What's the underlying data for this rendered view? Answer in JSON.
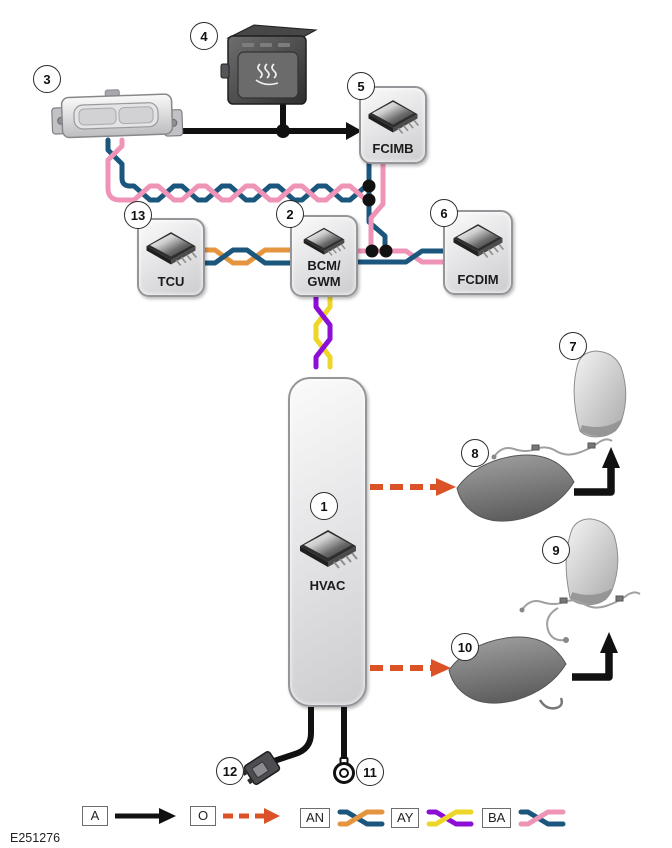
{
  "figure": {
    "id": "E251276"
  },
  "modules": {
    "hvac": {
      "label": "HVAC"
    },
    "bcm": {
      "line1": "BCM/",
      "line2": "GWM"
    },
    "tcu": {
      "label": "TCU"
    },
    "fcimb": {
      "label": "FCIMB"
    },
    "fcdim": {
      "label": "FCDIM"
    }
  },
  "callouts": {
    "c1": "1",
    "c2": "2",
    "c3": "3",
    "c4": "4",
    "c5": "5",
    "c6": "6",
    "c7": "7",
    "c8": "8",
    "c9": "9",
    "c10": "10",
    "c11": "11",
    "c12": "12",
    "c13": "13"
  },
  "legend": {
    "items": [
      {
        "code": "A",
        "type": "solid-arrow",
        "colors": [
          "#111111"
        ]
      },
      {
        "code": "O",
        "type": "dashed-arrow",
        "colors": [
          "#dc5227"
        ]
      },
      {
        "code": "AN",
        "type": "twisted-pair",
        "colors": [
          "#1b567d",
          "#e6953f"
        ]
      },
      {
        "code": "AY",
        "type": "twisted-pair",
        "colors": [
          "#8d0fd6",
          "#eed629"
        ]
      },
      {
        "code": "BA",
        "type": "twisted-pair",
        "colors": [
          "#1b567d",
          "#ef93b7"
        ]
      }
    ]
  },
  "wire_colors": {
    "black": "#111111",
    "orange_dashed": "#dc5227",
    "bus_blue": "#1b567d",
    "bus_pink": "#ef93b7",
    "bus_orange": "#e6953f",
    "bus_yellow": "#eed629",
    "bus_purple": "#8d0fd6"
  },
  "icons": {
    "chip": "circuit-chip-icon",
    "switch_symbol": "heated-seat-icon"
  }
}
